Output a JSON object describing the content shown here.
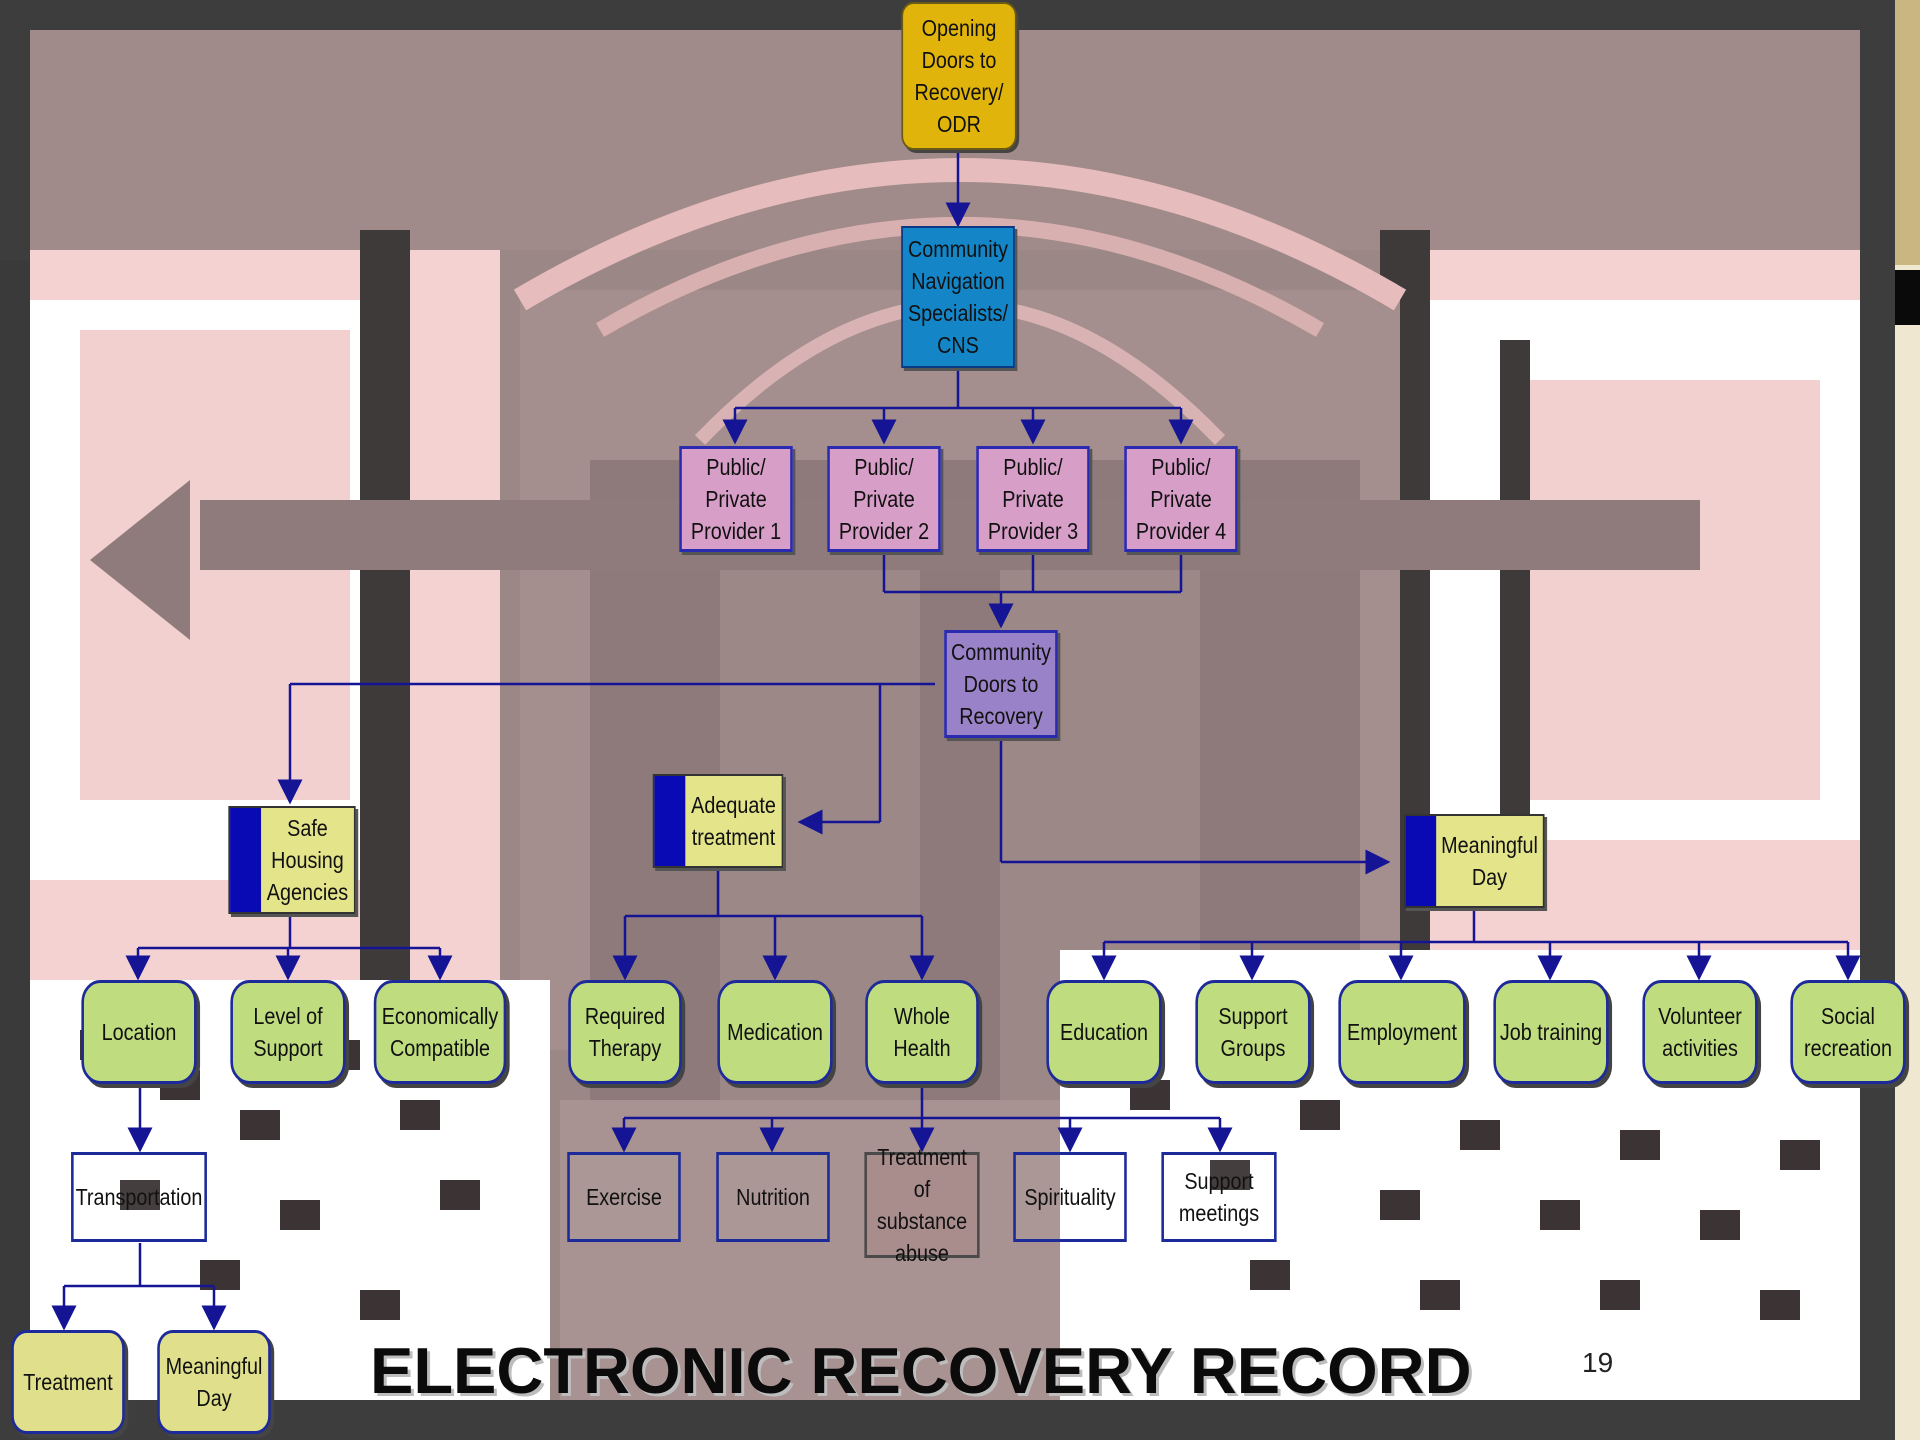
{
  "title": "ELECTRONIC RECOVERY RECORD",
  "page_number": "19",
  "colors": {
    "root": "#e0b40a",
    "navigation": "#1486c8",
    "provider": "#d79ec8",
    "hub": "#9a82c8",
    "category": "#e4e48a",
    "item": "#bfdc7e",
    "connector": "#1a1a9a"
  },
  "nodes": {
    "odr": "Opening\nDoors to\nRecovery/\nODR",
    "cns": "Community\nNavigation\nSpecialists/\nCNS",
    "providers": [
      "Public/\nPrivate\nProvider 1",
      "Public/\nPrivate\nProvider 2",
      "Public/\nPrivate\nProvider 3",
      "Public/\nPrivate\nProvider 4"
    ],
    "cdr": "Community\nDoors to\nRecovery",
    "housing": "Safe\nHousing\nAgencies",
    "treatment_cat": "Adequate\ntreatment",
    "meaningful_cat": "Meaningful\nDay",
    "housing_items": [
      "Location",
      "Level of\nSupport",
      "Economically\nCompatible"
    ],
    "treatment_items": [
      "Required\nTherapy",
      "Medication",
      "Whole\nHealth"
    ],
    "day_items": [
      "Education",
      "Support\nGroups",
      "Employment",
      "Job training",
      "Volunteer\nactivities",
      "Social\nrecreation"
    ],
    "transportation": "Transportation",
    "transport_items": [
      "Treatment",
      "Meaningful\nDay"
    ],
    "health_items": [
      "Exercise",
      "Nutrition",
      "Treatment of\nsubstance\nabuse",
      "Spirituality",
      "Support\nmeetings"
    ]
  }
}
